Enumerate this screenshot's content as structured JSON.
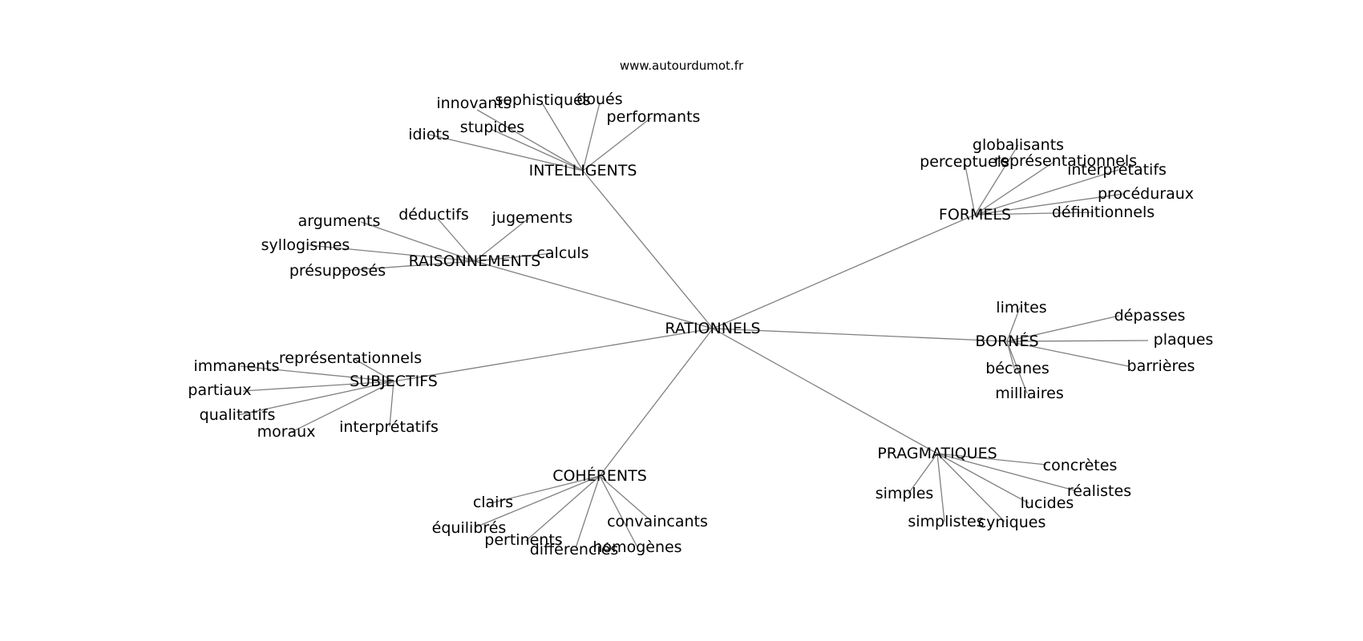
{
  "watermark": "www.autourdumot.fr",
  "colors": {
    "edge": "#808080",
    "text": "#000000",
    "background": "#ffffff"
  },
  "graph": {
    "center": "RATIONNELS",
    "clusters": [
      {
        "hub": "INTELLIGENTS",
        "leaves": [
          "innovants",
          "sophistiqués",
          "doués",
          "performants",
          "stupides",
          "idiots"
        ]
      },
      {
        "hub": "RAISONNEMENTS",
        "leaves": [
          "arguments",
          "déductifs",
          "jugements",
          "syllogismes",
          "calculs",
          "présupposés"
        ]
      },
      {
        "hub": "SUBJECTIFS",
        "leaves": [
          "représentationnels",
          "immanents",
          "partiaux",
          "qualitatifs",
          "moraux",
          "interprétatifs"
        ]
      },
      {
        "hub": "COHÉRENTS",
        "leaves": [
          "clairs",
          "équilibrés",
          "pertinents",
          "différenciés",
          "homogènes",
          "convaincants"
        ]
      },
      {
        "hub": "PRAGMATIQUES",
        "leaves": [
          "concrètes",
          "réalistes",
          "lucides",
          "cyniques",
          "simplistes",
          "simples"
        ]
      },
      {
        "hub": "BORNÉS",
        "leaves": [
          "limites",
          "dépasses",
          "plaques",
          "barrières",
          "milliaires",
          "bécanes"
        ]
      },
      {
        "hub": "FORMELS",
        "leaves": [
          "globalisants",
          "perceptuels",
          "représentationnels",
          "interprétatifs",
          "procéduraux",
          "définitionnels"
        ]
      }
    ]
  }
}
